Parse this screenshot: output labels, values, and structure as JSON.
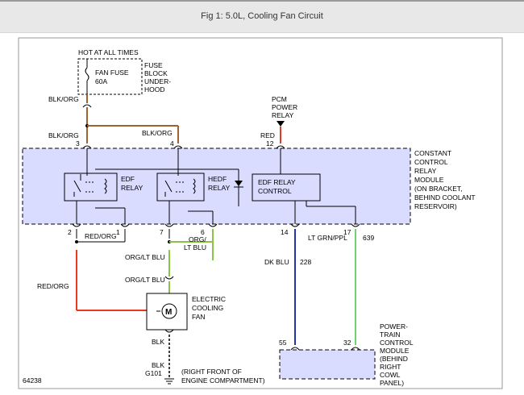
{
  "header": {
    "title": "Fig 1: 5.0L, Cooling Fan Circuit"
  },
  "labels": {
    "hot_at_all_times": "HOT AT ALL TIMES",
    "fan_fuse_line1": "FAN FUSE",
    "fan_fuse_line2": "60A",
    "fuse_block_line1": "FUSE",
    "fuse_block_line2": "BLOCK",
    "fuse_block_line3": "UNDER-",
    "fuse_block_line4": "HOOD",
    "wire_blk_org_top": "BLK/ORG",
    "wire_blk_org_left": "BLK/ORG",
    "wire_blk_org_right": "BLK/ORG",
    "pin_3": "3",
    "pin_4": "4",
    "pcm_line1": "PCM",
    "pcm_line2": "POWER",
    "pcm_line3": "RELAY",
    "wire_red": "RED",
    "pin_12": "12",
    "module_line1": "CONSTANT",
    "module_line2": "CONTROL",
    "module_line3": "RELAY",
    "module_line4": "MODULE",
    "module_line5": "(ON BRACKET,",
    "module_line6": "BEHIND COOLANT",
    "module_line7": "RESERVOIR)",
    "edf_relay_line1": "EDF",
    "edf_relay_line2": "RELAY",
    "hedf_relay_line1": "HEDF",
    "hedf_relay_line2": "RELAY",
    "edf_control_line1": "EDF RELAY",
    "edf_control_line2": "CONTROL",
    "pin_2": "2",
    "pin_1": "1",
    "pin_7": "7",
    "pin_6": "6",
    "pin_14": "14",
    "pin_17": "17",
    "wire_red_org_upper": "RED/ORG",
    "wire_red_org_lower": "RED/ORG",
    "wire_org_ltblu_short_1": "ORG/",
    "wire_org_ltblu_short_2": "LT BLU",
    "wire_org_ltblu_1": "ORG/LT BLU",
    "wire_org_ltblu_2": "ORG/LT BLU",
    "wire_ltgrn_ppl": "LT GRN/PPL",
    "circuit_639": "639",
    "wire_dk_blu": "DK BLU",
    "circuit_228": "228",
    "motor_letter": "M",
    "fan_line1": "ELECTRIC",
    "fan_line2": "COOLING",
    "fan_line3": "FAN",
    "wire_blk_upper": "BLK",
    "wire_blk_lower": "BLK",
    "ground_g101": "G101",
    "ground_loc_line1": "(RIGHT FRONT OF",
    "ground_loc_line2": "ENGINE COMPARTMENT)",
    "pin_55": "55",
    "pin_32": "32",
    "pcm_module_line1": "POWER-",
    "pcm_module_line2": "TRAIN",
    "pcm_module_line3": "CONTROL",
    "pcm_module_line4": "MODULE",
    "pcm_module_line5": "(BEHIND",
    "pcm_module_line6": "RIGHT",
    "pcm_module_line7": "COWL",
    "pcm_module_line8": "PANEL)",
    "figure_number": "64238"
  },
  "colors": {
    "wire_brown": "#a0622d",
    "wire_red": "#e63a1e",
    "wire_green": "#8bc34a",
    "wire_lt_green": "#6ed36e",
    "wire_blue": "#2636a8",
    "module_fill": "#dadcff"
  }
}
